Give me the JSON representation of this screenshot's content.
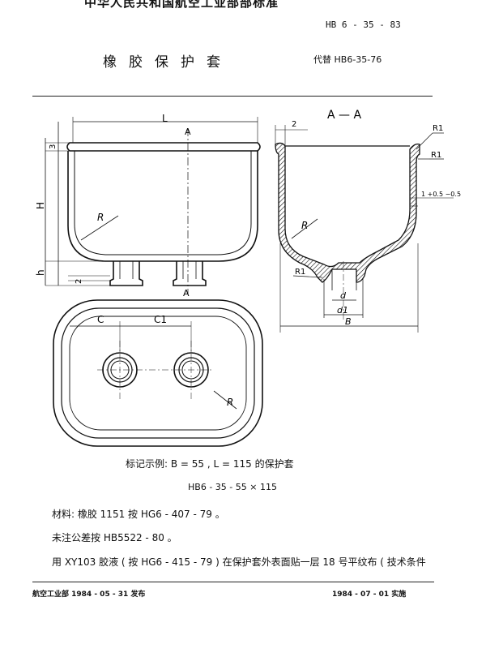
{
  "header": {
    "top_text": "中华人民共和国航空工业部部标准",
    "standard_number": "HB 6 - 35 - 83",
    "title": "橡胶保护套",
    "replaces": "代替 HB6-35-76"
  },
  "drawing": {
    "labels": {
      "L": "L",
      "A_top": "A",
      "A_bottom": "A",
      "section": "A — A",
      "dim_3": "3",
      "H": "H",
      "h": "h",
      "dim_2_left": "2",
      "R_front": "R",
      "C": "C",
      "C1": "C1",
      "R_plan": "R",
      "dim_2_top": "2",
      "R1_a": "R1",
      "R1_b": "R1",
      "tol": "1 +0.5 −0.5",
      "R_sect": "R",
      "R1_c": "R1",
      "d": "d",
      "d1": "d1",
      "B": "B"
    }
  },
  "marking": {
    "example": "标记示例:  B = 55 ,  L = 115  的保护套",
    "code": "HB6 - 35 - 55 × 115"
  },
  "notes": [
    "材料: 橡胶 1151 按 HG6 - 407 - 79 。",
    "未注公差按 HB5522 - 80 。",
    "用 XY103 胶液 ( 按 HG6 - 415 - 79 ) 在保护套外表面贴一层 18 号平纹布 ( 技术条件"
  ],
  "footer": {
    "issued": "航空工业部  1984 - 05 - 31  发布",
    "effective": "1984 - 07 - 01  实施"
  }
}
